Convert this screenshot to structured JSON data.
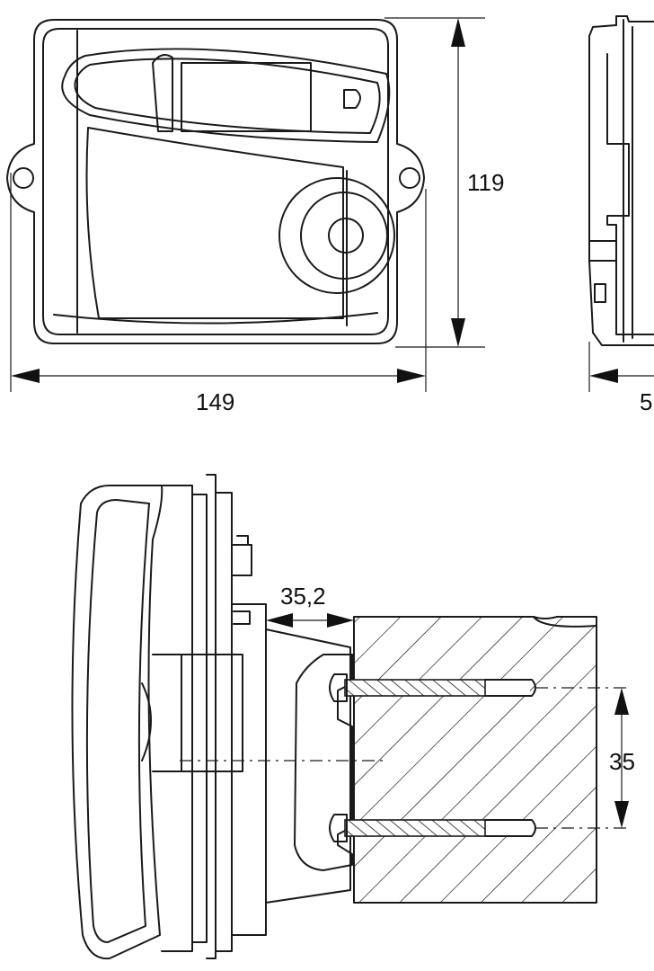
{
  "dimensions": {
    "width": "149",
    "height": "119",
    "depth_partial": "5",
    "clearance": "35,2",
    "screw_spacing": "35"
  }
}
